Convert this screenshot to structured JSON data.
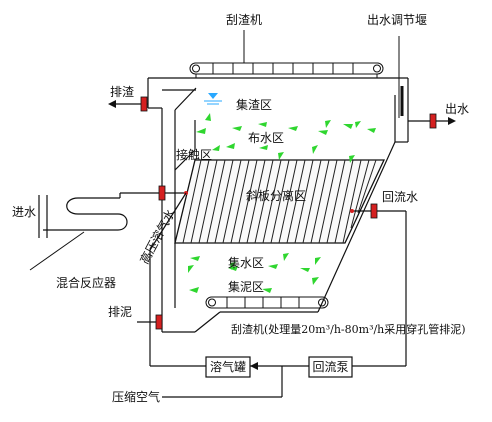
{
  "labels": {
    "scraper": "刮渣机",
    "outlet_weir": "出水调节堰",
    "slag_discharge": "排渣",
    "outlet": "出水",
    "slag_zone": "集渣区",
    "distribution_zone": "布水区",
    "contact_zone": "接触区",
    "inclined_plate_zone": "斜板分离区",
    "inlet": "进水",
    "reflux_water": "回流水",
    "hp_dissolved_air_water": "高压溶气水",
    "water_collection_zone": "集水区",
    "sludge_zone": "集泥区",
    "mixing_reactor": "混合反应器",
    "sludge_discharge": "排泥",
    "bottom_scraper_note": "刮渣机(处理量20m³/h-80m³/h采用穿孔管排泥)",
    "dissolved_air_tank": "溶气罐",
    "reflux_pump": "回流泵",
    "compressed_air": "压缩空气"
  },
  "colors": {
    "flow_arrow": "#2fd62f",
    "pipe_cap": "#d52020",
    "water_surface": "#29a8ff",
    "line": "#111111"
  }
}
